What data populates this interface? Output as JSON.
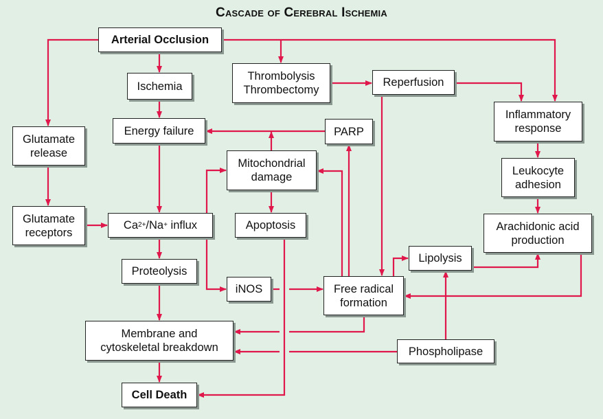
{
  "title": "Cascade of Cerebral Ischemia",
  "colors": {
    "arrow": "#e0174a",
    "background": "#e1efe5",
    "box": "#ffffff"
  },
  "nodes": {
    "arterial_occlusion": "Arterial Occlusion",
    "ischemia": "Ischemia",
    "thrombolysis": "Thrombolysis\nThrombectomy",
    "reperfusion": "Reperfusion",
    "inflammatory": "Inflammatory\nresponse",
    "glutamate_release": "Glutamate\nrelease",
    "energy_failure": "Energy failure",
    "parp": "PARP",
    "mitochondrial": "Mitochondrial\ndamage",
    "leukocyte": "Leukocyte\nadhesion",
    "glutamate_receptors": "Glutamate\nreceptors",
    "ca_na_prefix": "Ca",
    "ca_sup": "2+",
    "ca_mid": "/Na",
    "na_sup": "+",
    "ca_suffix": " influx",
    "apoptosis": "Apoptosis",
    "arachidonic": "Arachidonic acid\nproduction",
    "proteolysis": "Proteolysis",
    "lipolysis": "Lipolysis",
    "inos": "iNOS",
    "free_radical": "Free radical\nformation",
    "membrane": "Membrane and\ncytoskeletal breakdown",
    "phospholipase": "Phospholipase",
    "cell_death": "Cell Death"
  }
}
